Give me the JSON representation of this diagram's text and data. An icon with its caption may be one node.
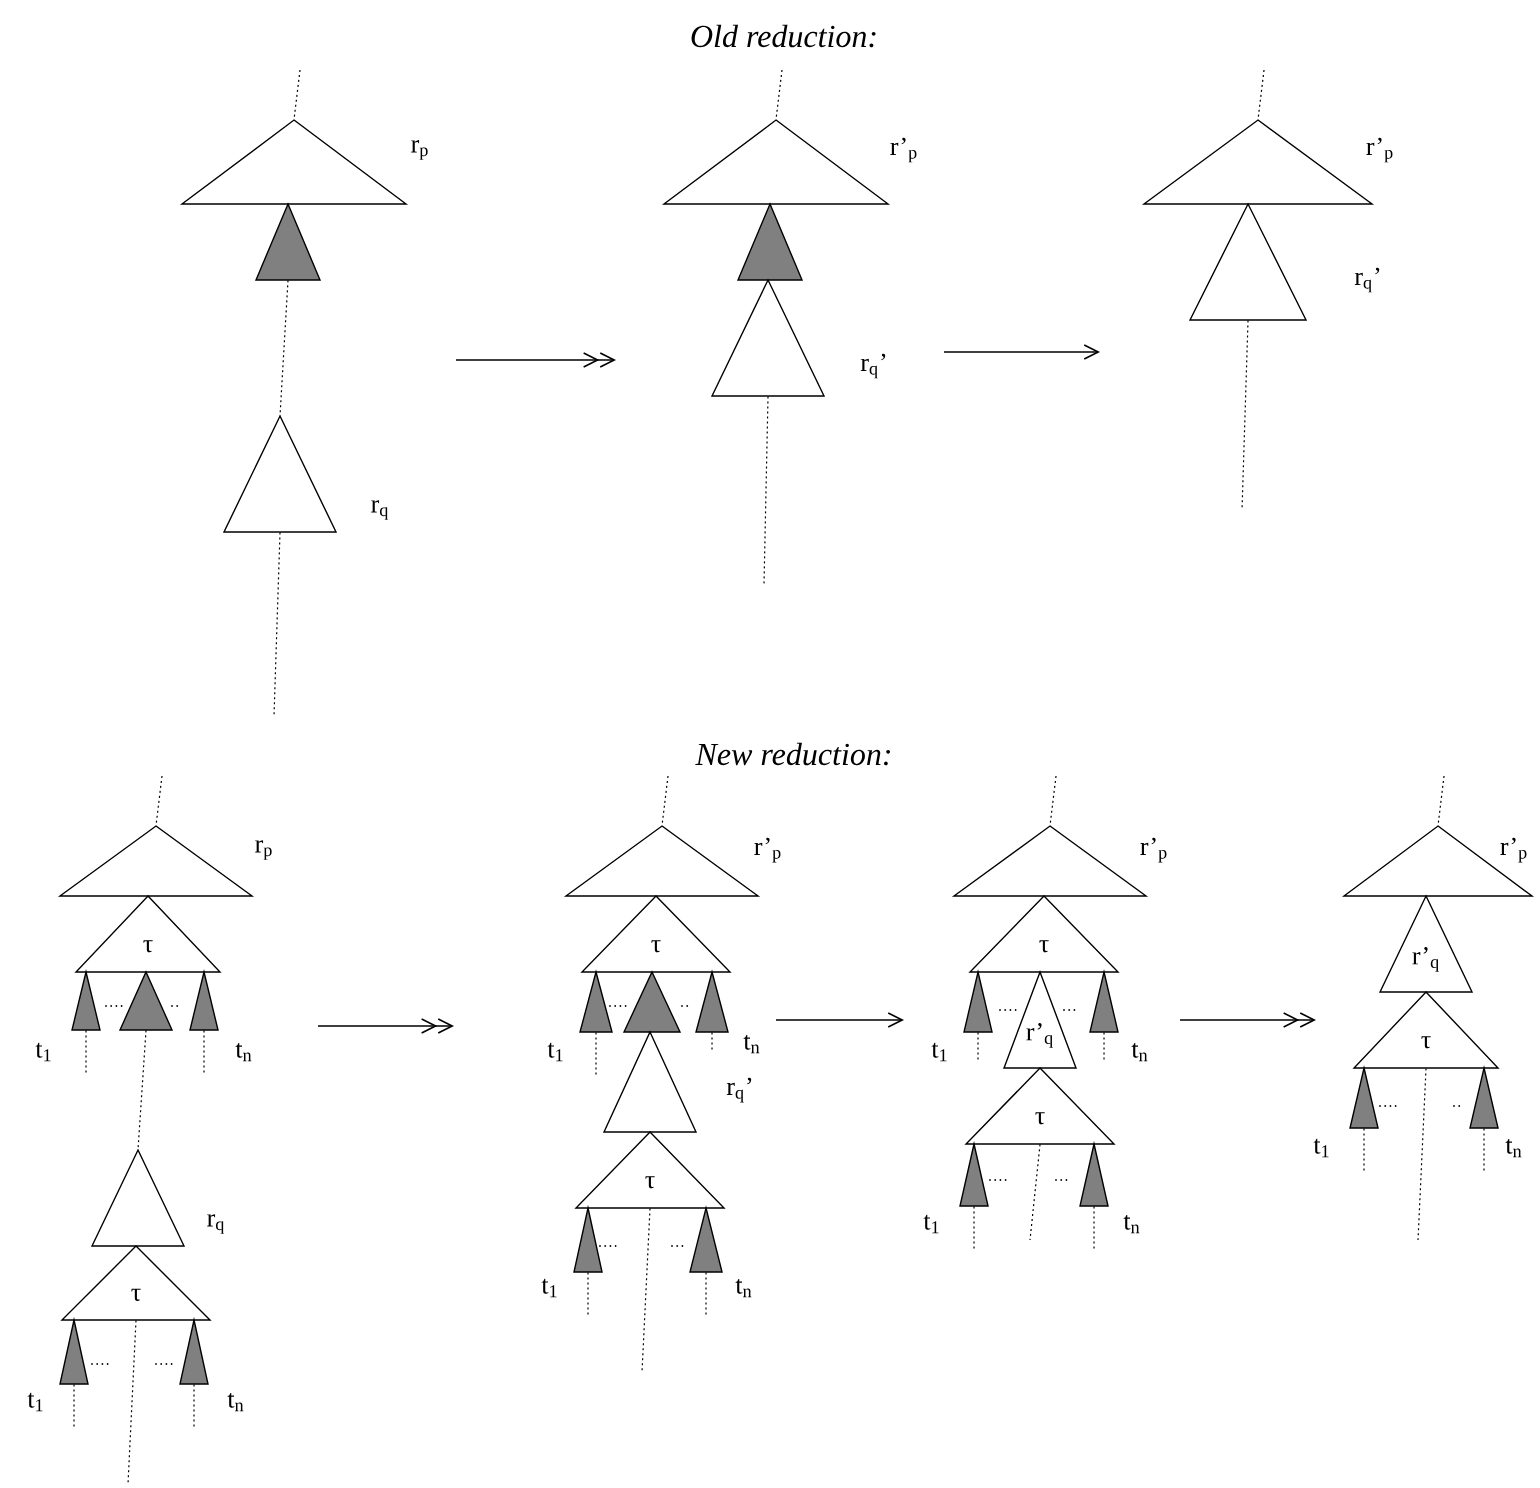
{
  "diagram": {
    "nodes": [
      {
        "text": [],
        "shape": "triangle",
        "beside": [
          "r$_{p}$"
        ]
      },
      {
        "text": [],
        "shape": "triangle"
      },
      {
        "text": [],
        "shape": "triangle",
        "beside": [
          "r$_{q}$"
        ]
      },
      {
        "text": [],
        "shape": "triangle",
        "beside": [
          "r’$_{p}$"
        ]
      },
      {
        "text": [],
        "shape": "triangle"
      },
      {
        "text": [],
        "shape": "triangle",
        "beside": [
          "r$_{q}$’"
        ]
      },
      {
        "text": [],
        "shape": "triangle",
        "beside": [
          "r’$_{p}$"
        ]
      },
      {
        "text": [],
        "shape": "triangle",
        "beside": [
          "r$_{q}$’"
        ]
      },
      {
        "text": [],
        "shape": "triangle",
        "beside": [
          "r$_{p}$"
        ]
      },
      {
        "text": [
          "τ"
        ]
      },
      {
        "text": [],
        "shape": "triangle",
        "beside": [
          "t$_{1}$"
        ]
      },
      {
        "text": [],
        "shape": "triangle"
      },
      {
        "text": [],
        "shape": "triangle",
        "beside": [
          "t$_{n}$"
        ]
      },
      {
        "text": [],
        "shape": "triangle",
        "beside": [
          "r$_{q}$"
        ]
      },
      {
        "text": [
          "τ"
        ]
      },
      {
        "text": [],
        "shape": "triangle",
        "beside": [
          "t$_{1}$"
        ]
      },
      {
        "text": [],
        "shape": "triangle",
        "beside": [
          "t$_{n}$"
        ]
      },
      {
        "text": [],
        "shape": "triangle",
        "beside": [
          "r’$_{p}$"
        ]
      },
      {
        "text": [
          "τ"
        ]
      },
      {
        "text": [],
        "shape": "triangle",
        "beside": [
          "t$_{1}$"
        ]
      },
      {
        "text": [],
        "shape": "triangle"
      },
      {
        "text": [],
        "shape": "triangle",
        "beside": [
          "t$_{n}$"
        ]
      },
      {
        "text": [],
        "shape": "triangle",
        "beside": [
          "r$_{q}$’"
        ]
      },
      {
        "text": [
          "τ"
        ]
      },
      {
        "text": [],
        "shape": "triangle",
        "beside": [
          "t$_{1}$"
        ]
      },
      {
        "text": [],
        "shape": "triangle",
        "beside": [
          "t$_{n}$"
        ]
      },
      {
        "text": [],
        "shape": "triangle",
        "beside": [
          "r’$_{p}$"
        ]
      },
      {
        "text": [
          "τ"
        ]
      },
      {
        "text": [],
        "shape": "triangle",
        "beside": [
          "t$_{1}$"
        ]
      },
      {
        "text": [
          "r’$_{q}$"
        ]
      },
      {
        "text": [],
        "shape": "triangle",
        "beside": [
          "t$_{n}$"
        ]
      },
      {
        "text": [
          "τ"
        ]
      },
      {
        "text": [],
        "shape": "triangle",
        "beside": [
          "t$_{1}$"
        ]
      },
      {
        "text": [],
        "shape": "triangle",
        "beside": [
          "t$_{n}$"
        ]
      },
      {
        "text": [],
        "shape": "triangle",
        "beside": [
          "r’$_{p}$"
        ]
      },
      {
        "text": [
          "r’$_{q}$"
        ]
      },
      {
        "text": [
          "τ"
        ]
      },
      {
        "text": [],
        "shape": "triangle",
        "beside": [
          "t$_{1}$"
        ]
      },
      {
        "text": [],
        "shape": "triangle",
        "beside": [
          "t$_{n}$"
        ]
      }
    ],
    "edges": [
      {
        "from": null,
        "to": 0,
        "arrow": "none"
      },
      {
        "from": 1,
        "to": 2,
        "arrow": "none"
      },
      {
        "from": 2,
        "to": null,
        "arrow": "none"
      },
      {
        "from": null,
        "to": 3,
        "arrow": "none"
      },
      {
        "from": 5,
        "to": null,
        "arrow": "none"
      },
      {
        "from": null,
        "to": 6,
        "arrow": "none"
      },
      {
        "from": 7,
        "to": null,
        "arrow": "none"
      },
      {
        "from": null,
        "to": 8,
        "arrow": "none"
      },
      {
        "from": 10,
        "to": null,
        "arrow": "none"
      },
      {
        "from": 11,
        "to": 13,
        "arrow": "none"
      },
      {
        "from": 12,
        "to": null,
        "arrow": "none"
      },
      {
        "from": 14,
        "to": null,
        "arrow": "none"
      },
      {
        "from": 15,
        "to": null,
        "arrow": "none"
      },
      {
        "from": 16,
        "to": null,
        "arrow": "none"
      },
      {
        "from": null,
        "to": 17,
        "arrow": "none"
      },
      {
        "from": 19,
        "to": null,
        "arrow": "none"
      },
      {
        "from": 21,
        "to": null,
        "arrow": "none"
      },
      {
        "from": 23,
        "to": null,
        "arrow": "none"
      },
      {
        "from": 24,
        "to": null,
        "arrow": "none"
      },
      {
        "from": 25,
        "to": null,
        "arrow": "none"
      },
      {
        "from": null,
        "to": 26,
        "arrow": "none"
      },
      {
        "from": 28,
        "to": null,
        "arrow": "none"
      },
      {
        "from": 30,
        "to": null,
        "arrow": "none"
      },
      {
        "from": 31,
        "to": null,
        "arrow": "none"
      },
      {
        "from": 32,
        "to": null,
        "arrow": "none"
      },
      {
        "from": 33,
        "to": null,
        "arrow": "none"
      },
      {
        "from": null,
        "to": 34,
        "arrow": "none"
      },
      {
        "from": 36,
        "to": null,
        "arrow": "none"
      },
      {
        "from": 37,
        "to": null,
        "arrow": "none"
      },
      {
        "from": 38,
        "to": null,
        "arrow": "none"
      }
    ],
    "labels": [
      "Old reduction:",
      "New reduction:"
    ]
  }
}
